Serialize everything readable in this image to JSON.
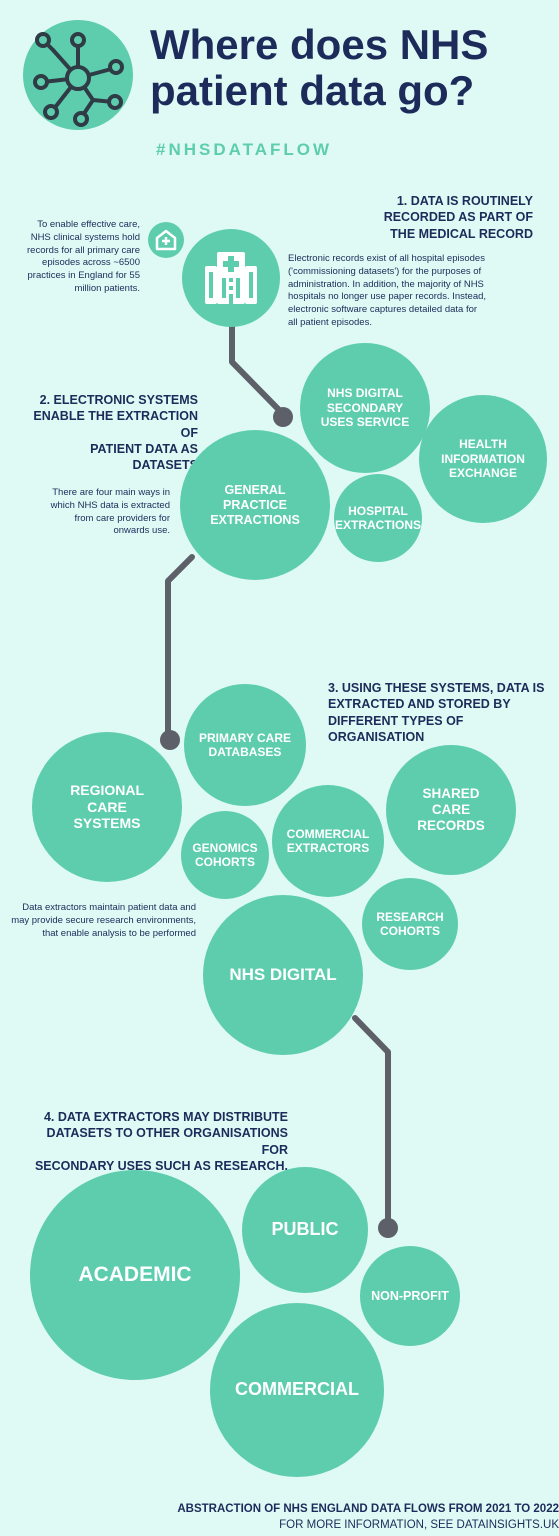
{
  "header": {
    "title_line1": "Where  does NHS",
    "title_line2": "patient data go?",
    "hashtag": "#NHSDATAFLOW",
    "logo_icon": "network-nodes-icon"
  },
  "section1": {
    "heading_lines": [
      "1. DATA IS ROUTINELY",
      "RECORDED AS PART OF",
      "THE MEDICAL RECORD"
    ],
    "left_text": "To enable effective care, NHS clinical systems hold records for all primary care episodes across ~6500 practices in England for 55 million patients.",
    "right_text": "Electronic records exist of all hospital episodes ('commissioning datasets') for the purposes of administration. In addition, the majority of NHS hospitals no longer use paper records. Instead, electronic software captures detailed data for all patient episodes.",
    "small_icon": "medical-cross-icon",
    "large_icon": "hospital-building-icon"
  },
  "section2": {
    "heading_lines": [
      "2. ELECTRONIC SYSTEMS",
      "ENABLE THE EXTRACTION OF",
      "PATIENT DATA AS DATASETS"
    ],
    "body_text": "There are four main ways in which NHS data is extracted from care providers for onwards use.",
    "circles": {
      "gp": "GENERAL PRACTICE EXTRACTIONS",
      "sus": "NHS DIGITAL SECONDARY USES SERVICE",
      "hie": "HEALTH INFORMATION EXCHANGE",
      "hosp": "HOSPITAL EXTRACTIONS"
    }
  },
  "section3": {
    "heading_lines": [
      "3. USING THESE SYSTEMS, DATA IS",
      "EXTRACTED AND STORED BY",
      "DIFFERENT TYPES OF ORGANISATION"
    ],
    "body_text": "Data extractors maintain patient data and may provide secure research environments, that enable analysis to be performed",
    "circles": {
      "primary": "PRIMARY CARE DATABASES",
      "regional": "REGIONAL CARE SYSTEMS",
      "shared": "SHARED CARE RECORDS",
      "genomics": "GENOMICS COHORTS",
      "commercial": "COMMERCIAL EXTRACTORS",
      "research": "RESEARCH COHORTS",
      "nhsdigital": "NHS DIGITAL"
    }
  },
  "section4": {
    "heading_lines": [
      "4. DATA EXTRACTORS MAY DISTRIBUTE",
      "DATASETS TO OTHER  ORGANISATIONS FOR",
      "SECONDARY USES SUCH AS RESEARCH."
    ],
    "circles": {
      "academic": "ACADEMIC",
      "public": "PUBLIC",
      "nonprofit": "NON-PROFIT",
      "commercial": "COMMERCIAL"
    }
  },
  "footer": {
    "line1": "ABSTRACTION OF NHS ENGLAND DATA FLOWS FROM 2021 TO 2022",
    "line2": "FOR MORE INFORMATION, SEE DATAINSIGHTS.UK"
  },
  "colors": {
    "background": "#dffaf5",
    "accent": "#5ecdae",
    "navy": "#1c2b5a",
    "connector": "#5d6068"
  }
}
